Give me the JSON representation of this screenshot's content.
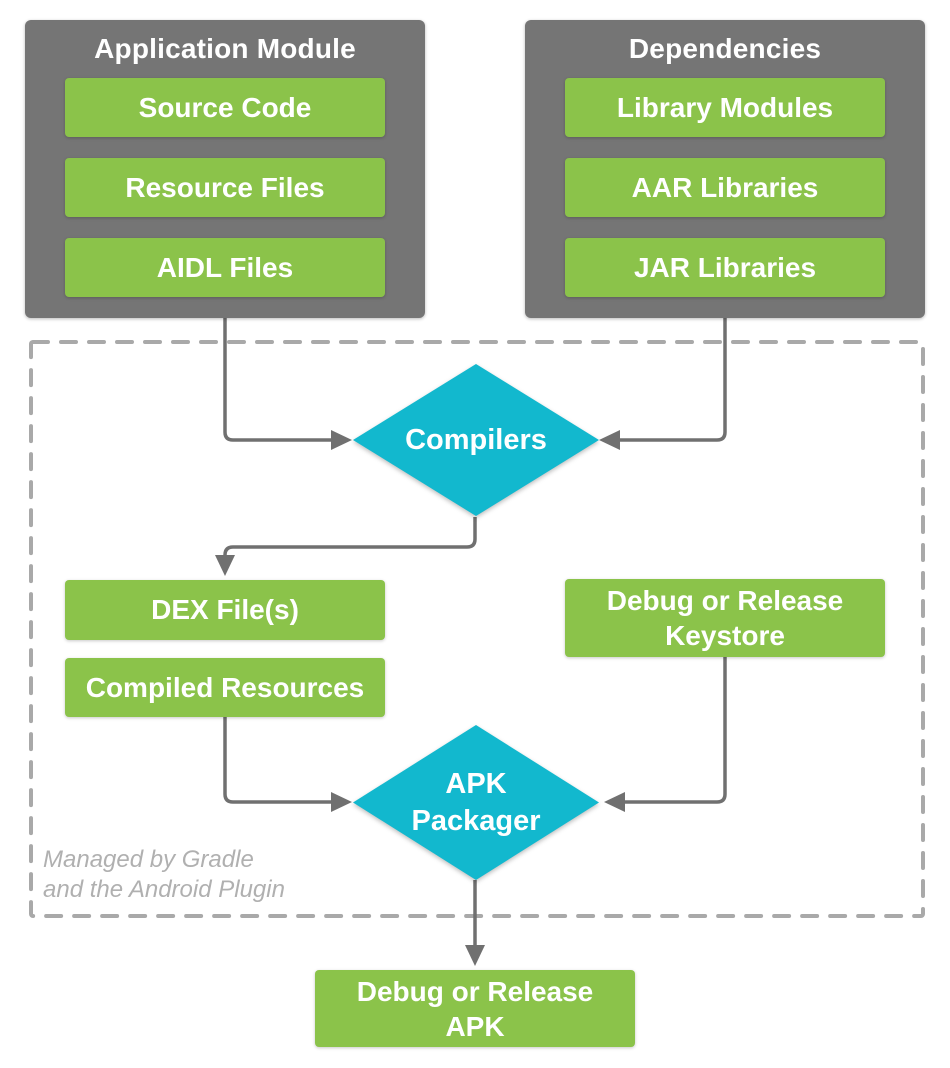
{
  "modules": {
    "app": {
      "title": "Application Module",
      "items": [
        "Source Code",
        "Resource Files",
        "AIDL Files"
      ]
    },
    "deps": {
      "title": "Dependencies",
      "items": [
        "Library Modules",
        "AAR Libraries",
        "JAR Libraries"
      ]
    }
  },
  "nodes": {
    "compilers": {
      "label": "Compilers"
    },
    "dex": {
      "label": "DEX File(s)"
    },
    "compiled_resources": {
      "label": "Compiled Resources"
    },
    "keystore": {
      "lines": [
        "Debug or Release",
        "Keystore"
      ]
    },
    "apk_packager": {
      "lines": [
        "APK",
        "Packager"
      ]
    },
    "output_apk": {
      "lines": [
        "Debug or Release",
        "APK"
      ]
    }
  },
  "annotations": {
    "gradle_note": {
      "lines": [
        "Managed by Gradle",
        "and the Android Plugin"
      ]
    }
  },
  "colors": {
    "green": "#8BC34A",
    "gray": "#757575",
    "cyan": "#12B8CE",
    "arrow": "#707070",
    "dash_border": "#A9A9A9",
    "note_text": "#B0B0B0",
    "label_text": "#FFFFFF",
    "background": "#FFFFFF"
  }
}
